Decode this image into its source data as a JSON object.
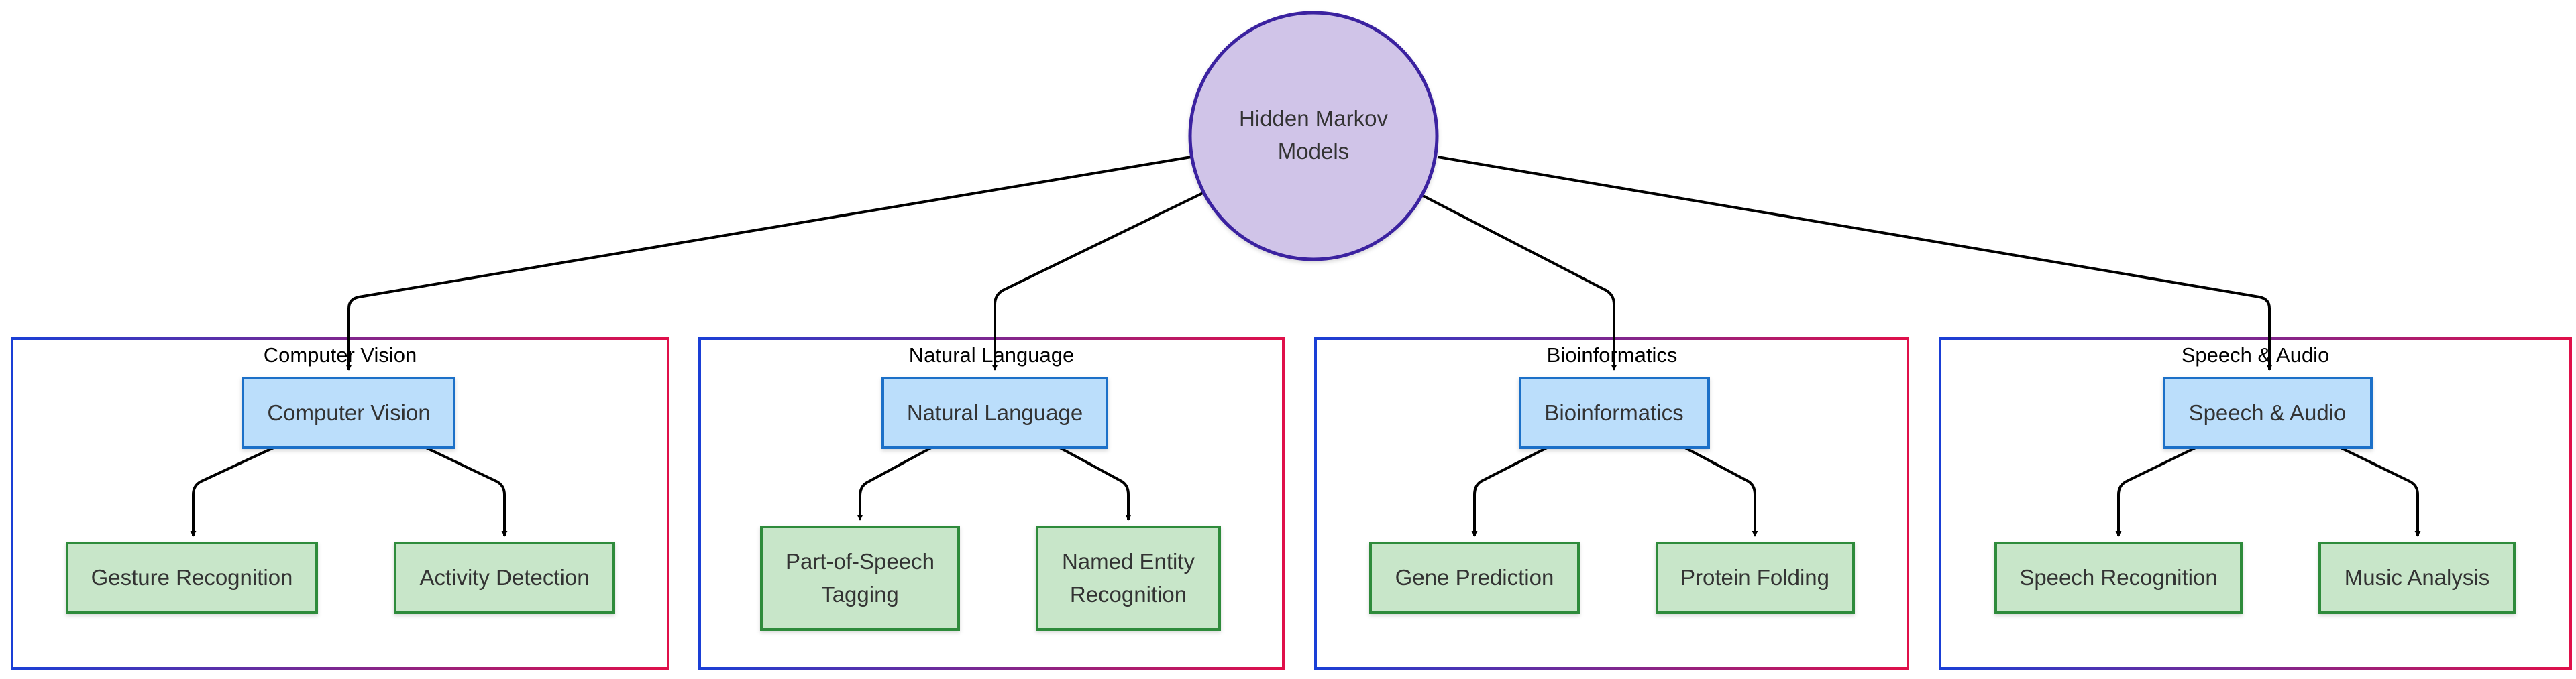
{
  "root": {
    "lines": [
      "Hidden Markov",
      "Models"
    ]
  },
  "clusters": [
    {
      "title": "Computer Vision",
      "head": {
        "lines": [
          "Computer Vision"
        ]
      },
      "children": [
        {
          "lines": [
            "Gesture Recognition"
          ]
        },
        {
          "lines": [
            "Activity Detection"
          ]
        }
      ]
    },
    {
      "title": "Natural Language",
      "head": {
        "lines": [
          "Natural Language"
        ]
      },
      "children": [
        {
          "lines": [
            "Part-of-Speech",
            "Tagging"
          ]
        },
        {
          "lines": [
            "Named Entity",
            "Recognition"
          ]
        }
      ]
    },
    {
      "title": "Bioinformatics",
      "head": {
        "lines": [
          "Bioinformatics"
        ]
      },
      "children": [
        {
          "lines": [
            "Gene Prediction"
          ]
        },
        {
          "lines": [
            "Protein Folding"
          ]
        }
      ]
    },
    {
      "title": "Speech & Audio",
      "head": {
        "lines": [
          "Speech & Audio"
        ]
      },
      "children": [
        {
          "lines": [
            "Speech Recognition"
          ]
        },
        {
          "lines": [
            "Music Analysis"
          ]
        }
      ]
    }
  ],
  "colors": {
    "root_fill": "#d0c4e8",
    "root_stroke": "#3a22a0",
    "head_fill": "#bbdefb",
    "head_stroke": "#1e6fc8",
    "leaf_fill": "#c8e6c9",
    "leaf_stroke": "#2e8b3a",
    "cluster_gradient_start": "#1a3fd6",
    "cluster_gradient_end": "#e0104a",
    "edge": "#000000"
  }
}
